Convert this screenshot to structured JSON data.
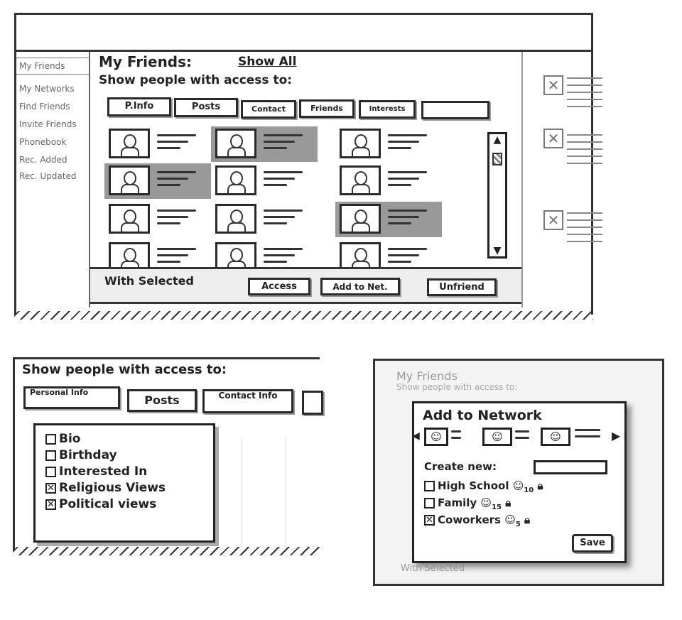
{
  "main_view": {
    "title": "My Friends:",
    "show_all": "Show All",
    "filter_label": "Show people with access to:",
    "filters": [
      "P.Info",
      "Posts",
      "Contact",
      "Friends",
      "Interests"
    ],
    "filter_search": "",
    "sidebar": [
      "My Friends",
      "My Networks",
      "Find Friends",
      "Invite Friends",
      "Phonebook",
      "Rec. Added",
      "Rec. Updated"
    ],
    "friends": [
      [
        false,
        true,
        false
      ],
      [
        true,
        false,
        false
      ],
      [
        false,
        false,
        true
      ],
      [
        false,
        false,
        false
      ]
    ],
    "with_selected": "With Selected",
    "actions": [
      "Access",
      "Add to Net.",
      "Unfriend"
    ]
  },
  "access_popup": {
    "filter_label": "Show people with access to:",
    "tabs": [
      "Personal Info",
      "Posts",
      "Contact Info"
    ],
    "options": [
      {
        "label": "Bio",
        "checked": false
      },
      {
        "label": "Birthday",
        "checked": false
      },
      {
        "label": "Interested In",
        "checked": false
      },
      {
        "label": "Religious Views",
        "checked": true
      },
      {
        "label": "Political views",
        "checked": true
      }
    ]
  },
  "network_dialog": {
    "bg_title": "My Friends",
    "bg_filter": "Show people with access to:",
    "bg_footer": "With Selected",
    "title": "Add to Network",
    "create_label": "Create new:",
    "create_value": "",
    "networks": [
      {
        "label": "High School",
        "count": "10",
        "checked": false
      },
      {
        "label": "Family",
        "count": "15",
        "checked": false
      },
      {
        "label": "Coworkers",
        "count": "5",
        "checked": true
      }
    ],
    "save": "Save"
  }
}
